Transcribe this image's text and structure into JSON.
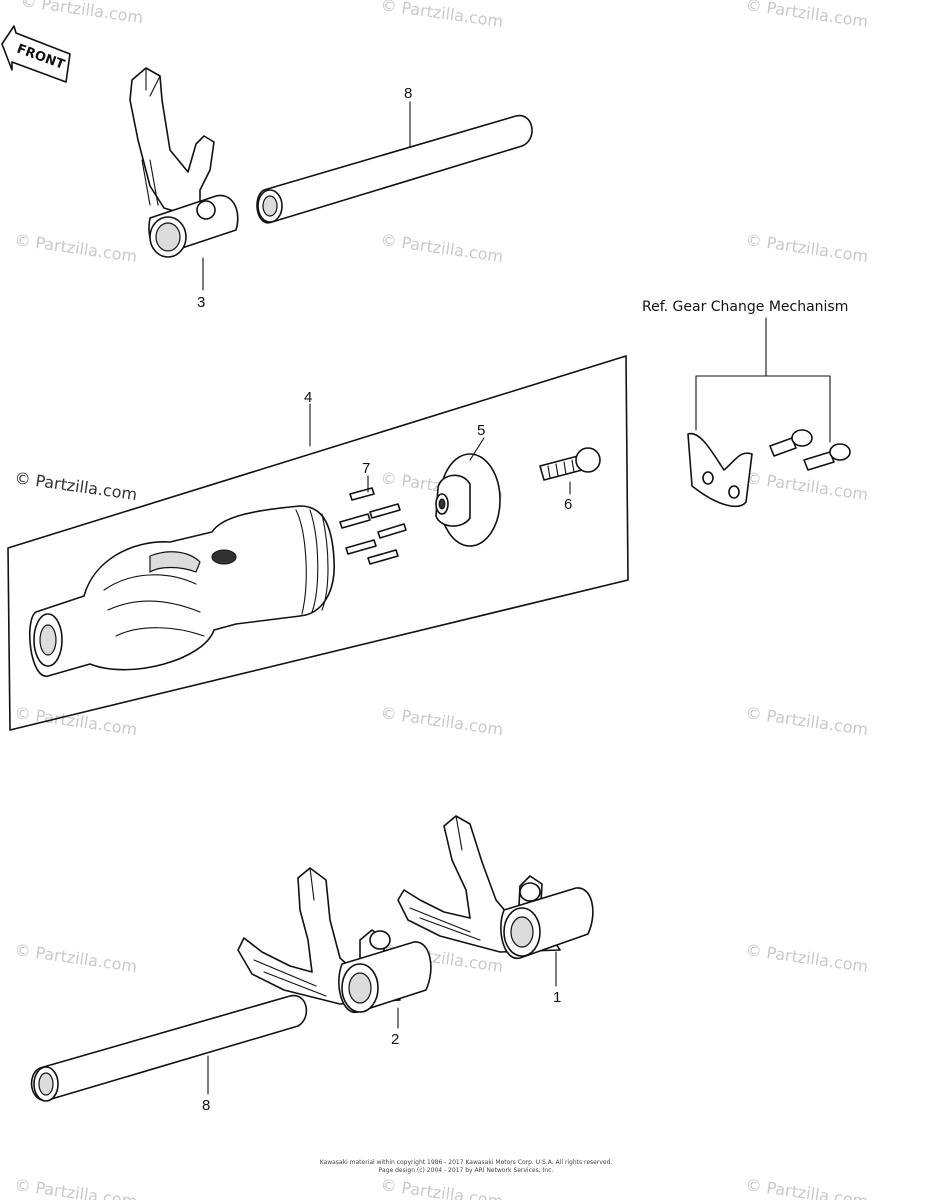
{
  "front_marker": "FRONT",
  "parts": [
    {
      "id": "fork-3",
      "number": "3"
    },
    {
      "id": "shaft-8-top",
      "number": "8"
    },
    {
      "id": "drum-4",
      "number": "4"
    },
    {
      "id": "plate-5",
      "number": "5"
    },
    {
      "id": "bolt-6",
      "number": "6"
    },
    {
      "id": "pins-7",
      "number": "7"
    },
    {
      "id": "fork-1",
      "number": "1"
    },
    {
      "id": "fork-2",
      "number": "2"
    },
    {
      "id": "shaft-8-bottom",
      "number": "8"
    }
  ],
  "reference_label": "Ref.  Gear Change Mechanism",
  "watermark_text": "© Partzilla.com",
  "footer": {
    "line1": "Kawasaki material within copyright 1986 - 2017 Kawasaki Motors Corp. U.S.A. All rights reserved.",
    "line2": "Page design (c) 2004 - 2017 by ARI Network Services, Inc."
  },
  "colors": {
    "line": "#111111",
    "watermark": "#c9c9c9",
    "background": "#ffffff"
  }
}
